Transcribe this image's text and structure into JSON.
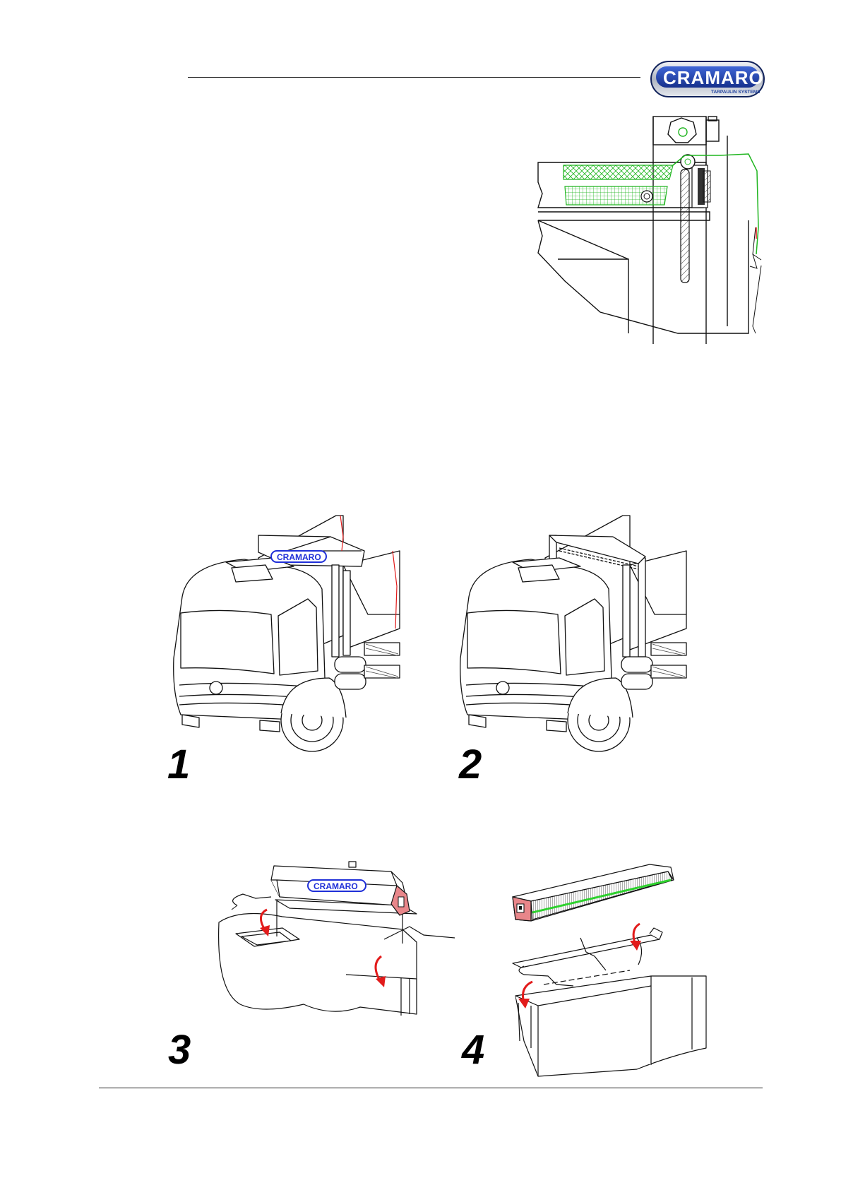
{
  "header": {
    "logo": {
      "name": "CRAMARO",
      "tagline": "TARPAULIN SYSTEMS",
      "colors": {
        "blue": "#2a4fb5",
        "silver": "#c8ccd4",
        "navy": "#10215a"
      }
    }
  },
  "figures": {
    "step1": {
      "number": "1",
      "icon": "truck-with-tarp-unit-illustration"
    },
    "step2": {
      "number": "2",
      "icon": "truck-with-frame-illustration"
    },
    "step3": {
      "number": "3",
      "icon": "tarp-housing-mounting-illustration"
    },
    "step4": {
      "number": "4",
      "icon": "tarp-housing-rear-mounting-illustration"
    }
  },
  "colors": {
    "tarp_green": "#2ed12e",
    "arrow_red": "#e21b1b",
    "endcap_red": "#e8868a",
    "logo_blue": "#1f2fd8"
  }
}
